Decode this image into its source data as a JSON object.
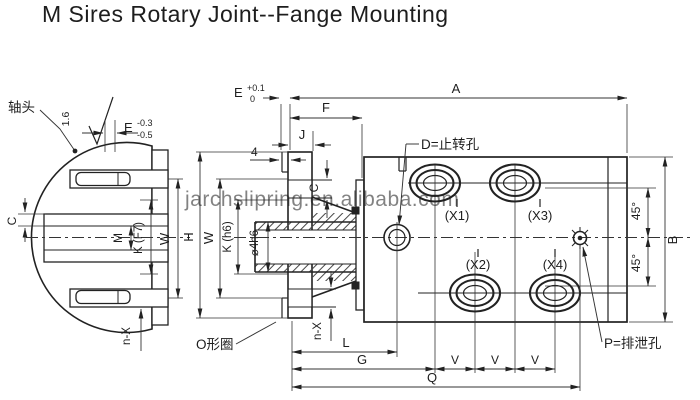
{
  "title": "M Sires Rotary Joint--Fange Mounting",
  "watermark": "jarchslipring.en.alibaba.com",
  "colors": {
    "title": "#fdd75a",
    "line": "#222222",
    "watermark": "#8f8f8f"
  },
  "left_view": {
    "shaft_head": "轴头",
    "roughness": "1.6",
    "e_name": "E",
    "e_upper": "-0.3",
    "e_lower": "-0.5",
    "c": "C",
    "m": "M",
    "k": "K (F7)",
    "w": "W",
    "n_x": "n-X"
  },
  "section_view": {
    "four": "4",
    "j": "J",
    "c": "C",
    "h": "H",
    "w": "W",
    "k": "K (h6)",
    "phi": "⌀4h6",
    "n_x": "n-X",
    "o_ring": "O形圈"
  },
  "top_dims": {
    "e_name": "E",
    "e_upper": "+0.1",
    "e_lower": "0",
    "f": "F",
    "a": "A"
  },
  "body_view": {
    "d_note": "D=止转孔",
    "p_note": "P=排泄孔",
    "x1": "(X1)",
    "x2": "(X2)",
    "x3": "(X3)",
    "x4": "(X4)",
    "b": "B",
    "deg_upper": "45°",
    "deg_lower": "45°",
    "l": "L",
    "g": "G",
    "v1": "V",
    "v2": "V",
    "v3": "V",
    "q": "Q"
  }
}
